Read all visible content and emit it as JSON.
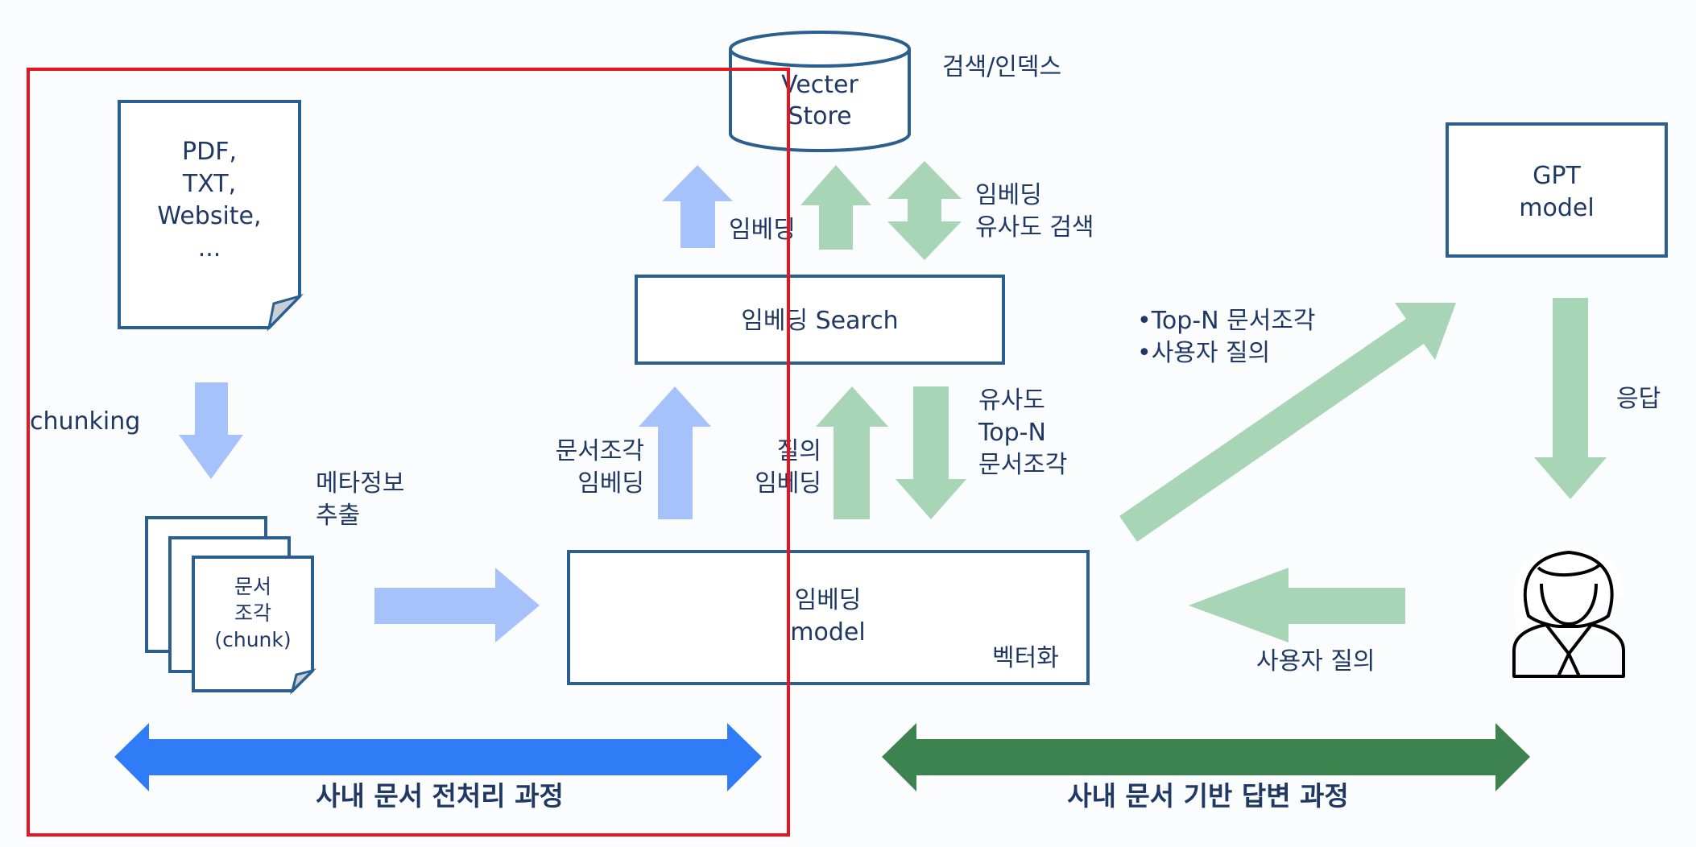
{
  "colors": {
    "box_stroke": "#2a5f8f",
    "text": "#1f3864",
    "arrow_blue": "#a5c2fb",
    "arrow_green": "#a8d5b5",
    "big_blue": "#2f7cf6",
    "big_green": "#3d8350",
    "frame_red": "#e8141e"
  },
  "vector_store": {
    "line1": "Vecter",
    "line2": "Store",
    "caption": "검색/인덱스"
  },
  "document": {
    "line1": "PDF,",
    "line2": "TXT,",
    "line3": "Website,",
    "line4": "..."
  },
  "chunking_label": "chunking",
  "metadata_label": {
    "line1": "메타정보",
    "line2": "추출"
  },
  "chunks_label": {
    "line1": "문서",
    "line2": "조각",
    "line3": "(chunk)"
  },
  "embed_search": {
    "label": "임베딩 Search"
  },
  "embed_up_label": "임베딩",
  "embed_similar_label": {
    "line1": "임베딩",
    "line2": "유사도 검색"
  },
  "chunk_embed_label": {
    "line1": "문서조각",
    "line2": "임베딩"
  },
  "query_embed_label": {
    "line1": "질의",
    "line2": "임베딩"
  },
  "similar_topn_label": {
    "line1": "유사도",
    "line2": "Top-N",
    "line3": "문서조각"
  },
  "embed_model": {
    "line1": "임베딩",
    "line2": "model",
    "sub": "벡터화"
  },
  "gpt_model": {
    "line1": "GPT",
    "line2": "model"
  },
  "bullets": [
    "•Top-N 문서조각",
    "•사용자 질의"
  ],
  "response_label": "응답",
  "user_query_label": "사용자 질의",
  "bottom_left_label": "사내 문서 전처리 과정",
  "bottom_right_label": "사내 문서 기반 답변 과정"
}
